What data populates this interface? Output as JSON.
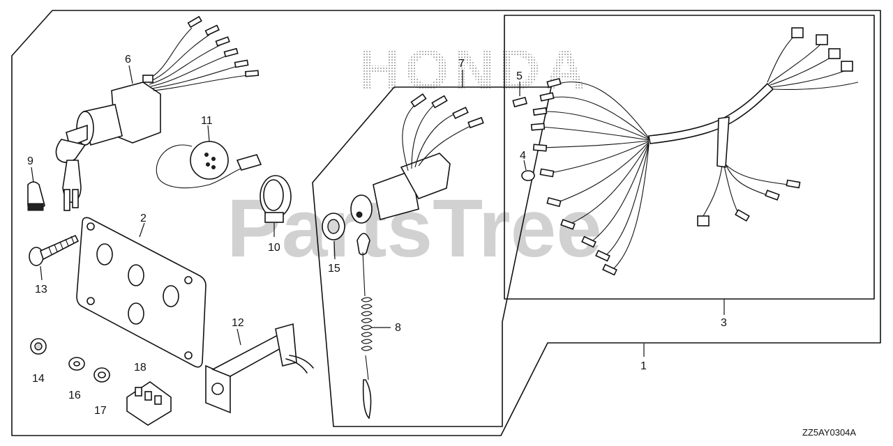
{
  "watermark": {
    "brand_top": "HONDA",
    "brand_bottom": "PartsTree"
  },
  "diagram_code": "ZZ5AY0304A",
  "callouts": {
    "c1": "1",
    "c2": "2",
    "c3": "3",
    "c4": "4",
    "c5": "5",
    "c6": "6",
    "c7": "7",
    "c8": "8",
    "c9": "9",
    "c10": "10",
    "c11": "11",
    "c12": "12",
    "c13": "13",
    "c14": "14",
    "c15": "15",
    "c16": "16",
    "c17": "17",
    "c18": "18"
  },
  "colors": {
    "line": "#111111",
    "watermark": "#c8c8c8",
    "background": "#ffffff"
  }
}
